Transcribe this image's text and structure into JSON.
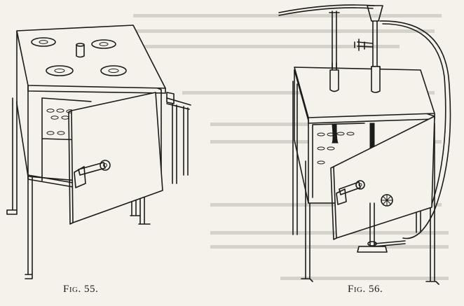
{
  "figures": [
    {
      "id": "fig55",
      "caption": "Fig. 55."
    },
    {
      "id": "fig56",
      "caption": "Fig. 56."
    }
  ]
}
